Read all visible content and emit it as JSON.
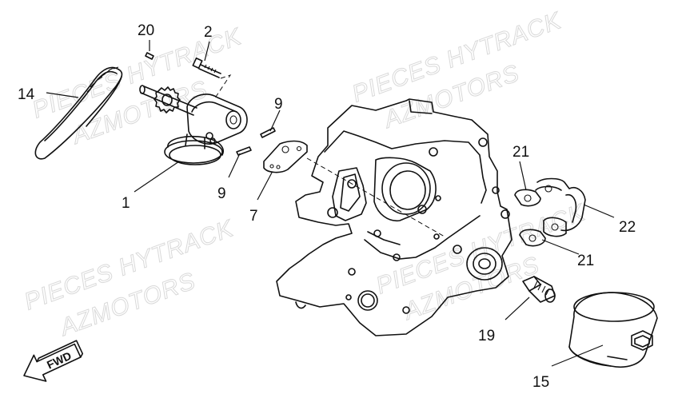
{
  "watermarks": [
    "PIECES HYTRACK",
    "AZMOTORS",
    "PIECES HYTRACK",
    "AZMOTORS",
    "PIECES HYTRACK",
    "AZMOTORS",
    "PIECES HYTRACK",
    "AZMOTORS"
  ],
  "labels": {
    "l1": "1",
    "l2": "2",
    "l7": "7",
    "l9a": "9",
    "l9b": "9",
    "l14": "14",
    "l15": "15",
    "l19": "19",
    "l20": "20",
    "l21a": "21",
    "l21b": "21",
    "l22": "22"
  },
  "fwd_label": "FWD"
}
